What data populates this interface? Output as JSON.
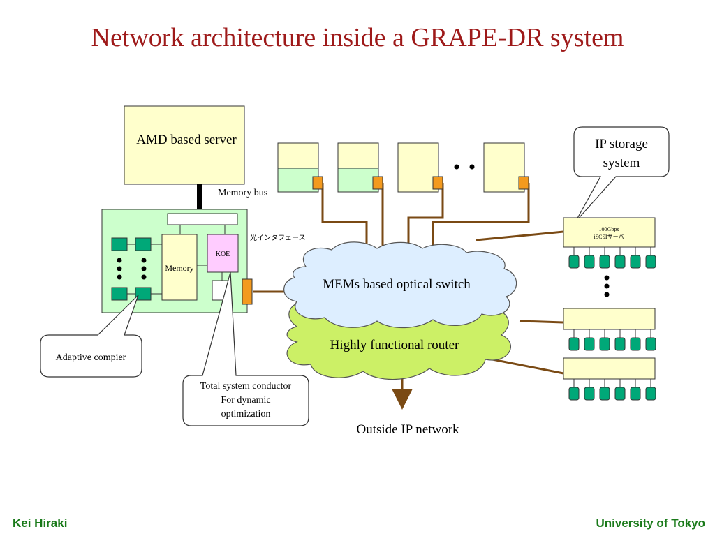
{
  "slide": {
    "title": "Network architecture inside a GRAPE-DR system",
    "footer_left": "Kei Hiraki",
    "footer_right": "University of Tokyo"
  },
  "diagram": {
    "server": "AMD based server",
    "memory_bus": "Memory bus",
    "optical_interface": "光インタフェース",
    "memory": "Memory",
    "koe": "KOE",
    "optical_switch": "MEMs based optical switch",
    "router": "Highly functional router",
    "outside": "Outside IP network",
    "ip_storage": [
      "IP storage",
      "system"
    ],
    "iscsi_top": [
      "100Gbps",
      "iSCSIサーバ"
    ],
    "adaptive_compiler": "Adaptive compier",
    "conductor": [
      "Total system conductor",
      "For dynamic",
      "optimization"
    ]
  },
  "colors": {
    "title": "#9e1a1a",
    "footer": "#1a7a1a",
    "node_yellow": "#ffffcc",
    "node_green": "#ccffcc",
    "chip": "#00a878",
    "connector": "#f39a1e",
    "koe": "#ffccff",
    "switch_cloud": "#ddeeff",
    "router_cloud": "#ccf066",
    "link": "#7a4a14"
  }
}
